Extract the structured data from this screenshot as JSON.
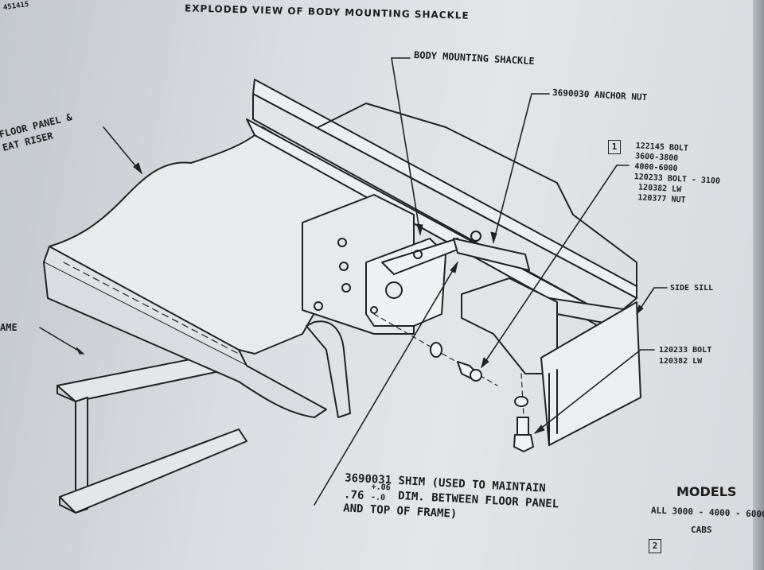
{
  "header": {
    "page_id": "451415",
    "title": "EXPLODED VIEW OF BODY MOUNTING SHACKLE"
  },
  "labels": {
    "floor_panel": "FLOOR PANEL &\nEAT RISER",
    "frame": "AME",
    "body_mounting_shackle": "BODY MOUNTING SHACKLE",
    "anchor_nut": "3690030 ANCHOR NUT",
    "side_sill": "SIDE SILL",
    "bolt_lw": "120233 BOLT\n120382 LW",
    "shim_line1": "3690031 SHIM (USED TO MAINTAIN",
    "shim_tol_plus": "+.06",
    "shim_line2_pre": ".76",
    "shim_tol_minus": "-.0",
    "shim_line2_post": "DIM. BETWEEN FLOOR PANEL",
    "shim_line3": "AND TOP OF FRAME)"
  },
  "callout_1": {
    "number": "1",
    "lines": [
      "122145 BOLT",
      "3600-3800",
      "4000-6000",
      "120233 BOLT - 3100",
      "120382 LW",
      "120377 NUT"
    ]
  },
  "models": {
    "title": "MODELS",
    "line": "ALL 3000 - 4000 - 6000",
    "cabs": "CABS",
    "callout_number": "2"
  }
}
